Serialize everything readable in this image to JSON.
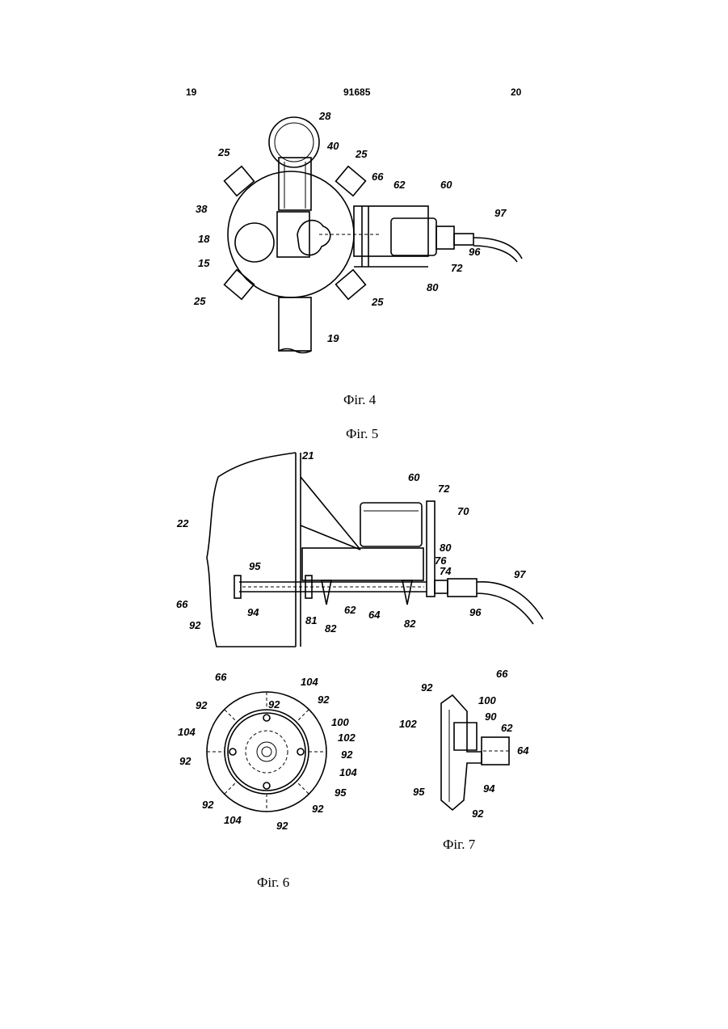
{
  "header": {
    "page_left": "19",
    "patent_number": "91685",
    "page_right": "20"
  },
  "captions": {
    "fig4": "Фіг. 4",
    "fig5": "Фіг. 5",
    "fig6": "Фіг. 6",
    "fig7": "Фіг. 7"
  },
  "fig4_labels": [
    "28",
    "40",
    "25",
    "25",
    "66",
    "62",
    "60",
    "97",
    "38",
    "18",
    "15",
    "96",
    "72",
    "80",
    "25",
    "25",
    "19"
  ],
  "fig5_labels": [
    "21",
    "60",
    "72",
    "70",
    "22",
    "80",
    "76",
    "74",
    "97",
    "95",
    "66",
    "94",
    "92",
    "81",
    "82",
    "62",
    "64",
    "82",
    "96"
  ],
  "fig6_labels": [
    "66",
    "92",
    "104",
    "92",
    "92",
    "100",
    "104",
    "102",
    "92",
    "92",
    "104",
    "95",
    "92",
    "104",
    "92",
    "92"
  ],
  "fig7_labels": [
    "66",
    "92",
    "100",
    "102",
    "90",
    "62",
    "64",
    "94",
    "95",
    "92"
  ]
}
